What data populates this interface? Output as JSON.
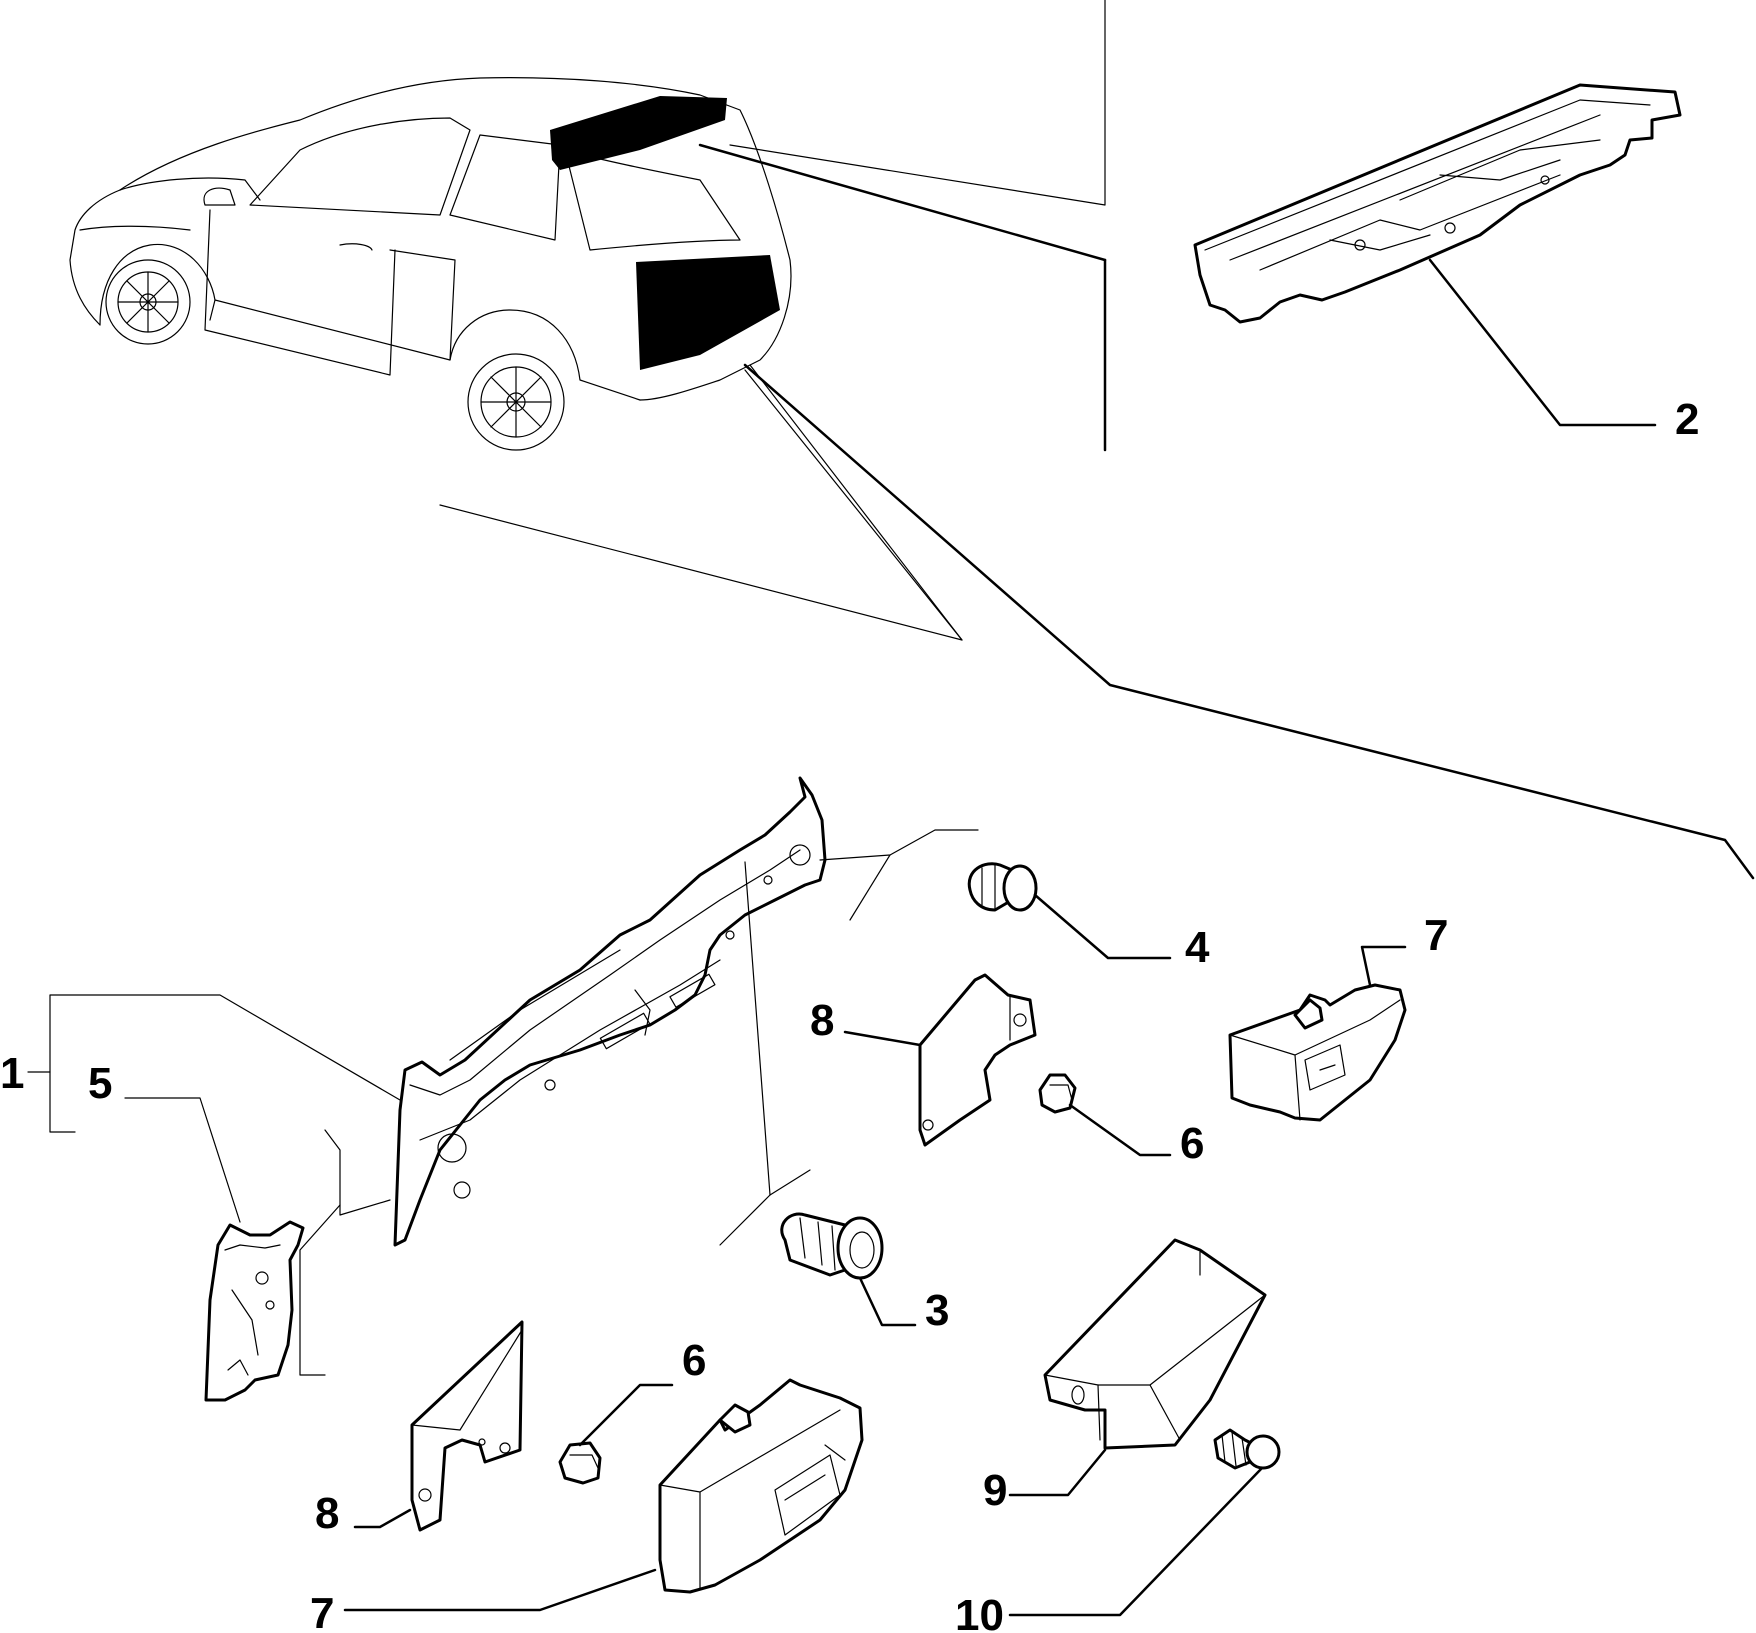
{
  "diagram": {
    "callouts": {
      "c1": "1",
      "c2": "2",
      "c3": "3",
      "c4": "4",
      "c5": "5",
      "c6a": "6",
      "c6b": "6",
      "c7a": "7",
      "c7b": "7",
      "c8a": "8",
      "c8b": "8",
      "c9": "9",
      "c10": "10"
    },
    "colors": {
      "line": "#000000",
      "background": "#ffffff",
      "panel": "#f0f0f0"
    }
  }
}
